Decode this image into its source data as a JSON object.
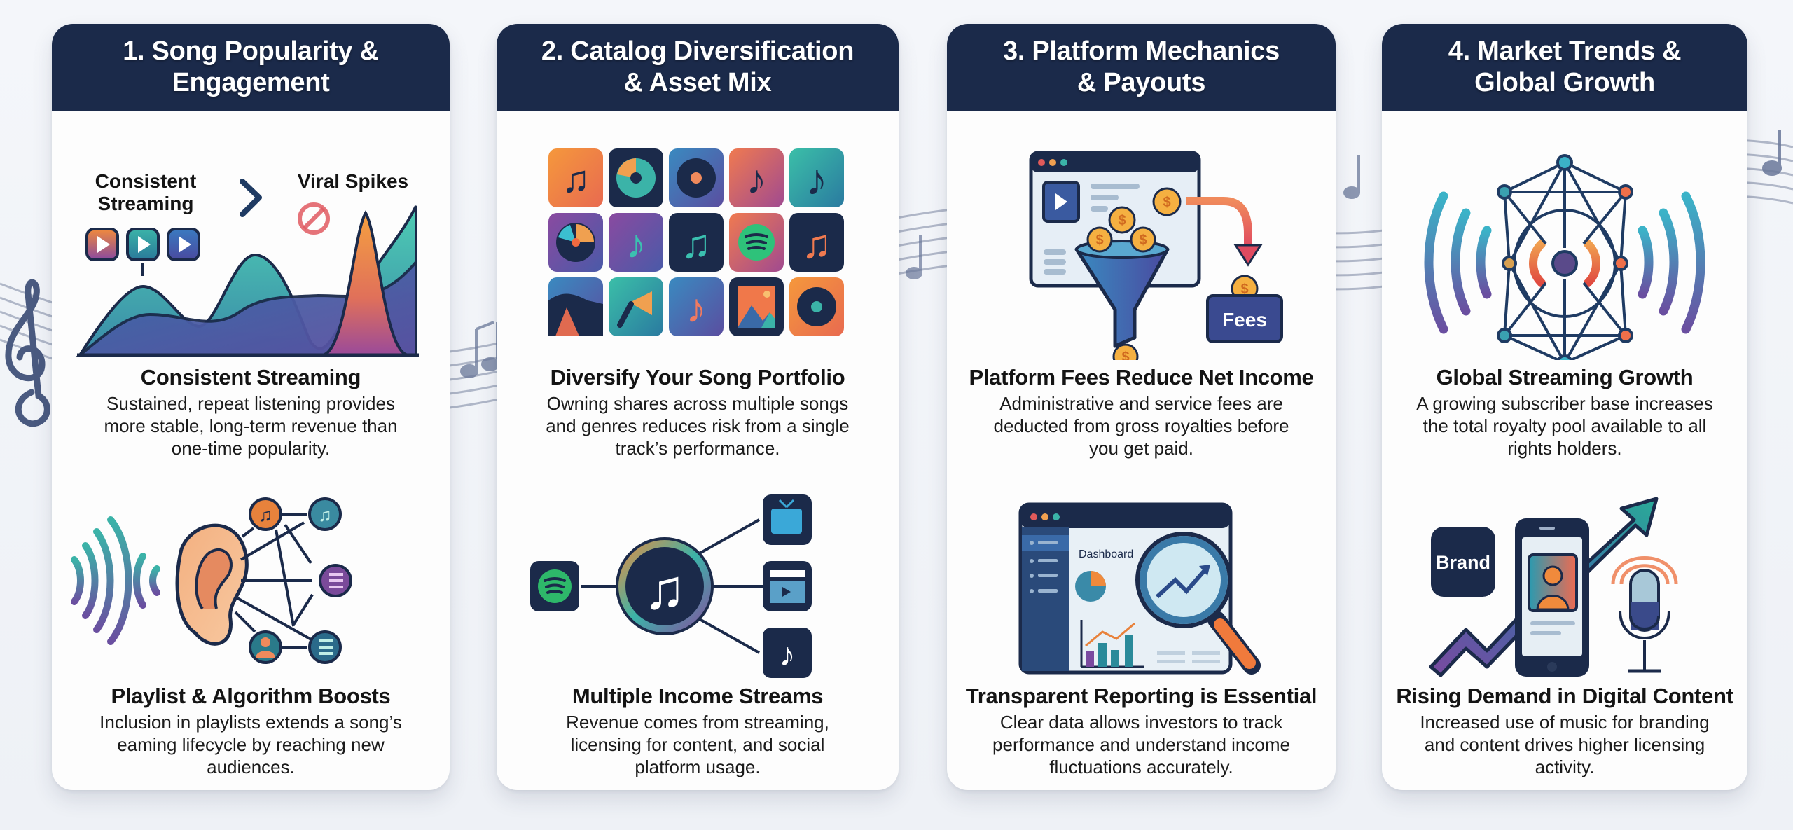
{
  "colors": {
    "header_bg": "#1b2a4a",
    "card_bg": "#fdfdfd",
    "page_bg": "#f1f4f8",
    "teal": "#3bb3a8",
    "orange": "#f08a3c",
    "purple": "#6a4fa0",
    "blue": "#3a6aa8",
    "coin": "#f5b041",
    "red_arrow": "#e0555a"
  },
  "cards": [
    {
      "number": "1",
      "title": "1. Song Popularity &\nEngagement",
      "illustration_top": {
        "type": "area-chart-comparison",
        "label_left": "Consistent\nStreaming",
        "comparator": ">",
        "label_right": "Viral Spikes",
        "icons": [
          "play-button-icon",
          "play-button-icon",
          "play-button-icon",
          "prohibited-icon"
        ]
      },
      "section1": {
        "heading": "Consistent Streaming",
        "body": "Sustained, repeat listening provides\nmore stable, long-term revenue than\none-time popularity."
      },
      "illustration_bottom": {
        "type": "ear-network",
        "icons": [
          "sound-wave-icon",
          "ear-icon",
          "music-note-icon",
          "music-note-icon",
          "playlist-icon",
          "user-icon",
          "playlist-icon"
        ]
      },
      "section2": {
        "heading": "Playlist & Algorithm Boosts",
        "body": "Inclusion in playlists extends a song’s\neaming lifecycle by reaching new\naudiences."
      }
    },
    {
      "number": "2",
      "title": "2. Catalog Diversification\n& Asset Mix",
      "illustration_top": {
        "type": "icon-grid",
        "rows": 3,
        "cols": 5,
        "tiles": [
          "music-note-double-icon",
          "cd-icon",
          "vinyl-icon",
          "music-note-icon",
          "music-note-icon",
          "cd-icon",
          "music-note-icon",
          "music-note-double-icon",
          "spotify-icon",
          "music-note-double-icon",
          "abstract-art-icon",
          "megaphone-icon",
          "music-note-icon",
          "image-icon",
          "vinyl-icon"
        ]
      },
      "section1": {
        "heading": "Diversify Your Song Portfolio",
        "body": "Owning shares across multiple songs\nand genres reduces risk from a single\ntrack’s performance."
      },
      "illustration_bottom": {
        "type": "hub-and-spoke",
        "hub": "music-note-icon",
        "nodes": [
          "spotify-icon",
          "tv-icon",
          "clapperboard-icon",
          "tiktok-icon"
        ]
      },
      "section2": {
        "heading": "Multiple Income Streams",
        "body": "Revenue comes from streaming,\nlicensing for content, and social\nplatform usage."
      }
    },
    {
      "number": "3",
      "title": "3. Platform Mechanics\n& Payouts",
      "illustration_top": {
        "type": "funnel-fees",
        "fees_label": "Fees",
        "icons": [
          "browser-window-icon",
          "play-button-icon",
          "coin-icon",
          "funnel-icon",
          "curved-arrow-icon",
          "wallet-icon"
        ]
      },
      "section1": {
        "heading": "Platform Fees Reduce Net Income",
        "body": "Administrative and service fees are\ndeducted from gross royalties before\nyou get paid."
      },
      "illustration_bottom": {
        "type": "dashboard-magnifier",
        "dashboard_label": "Dashboard",
        "icons": [
          "browser-window-icon",
          "pie-chart-icon",
          "bar-chart-icon",
          "magnifier-icon",
          "trend-up-icon"
        ]
      },
      "section2": {
        "heading": "Transparent Reporting is Essential",
        "body": "Clear data allows investors to track\nperformance and understand income\nfluctuations accurately."
      }
    },
    {
      "number": "4",
      "title": "4. Market Trends &\nGlobal Growth",
      "illustration_top": {
        "type": "global-network",
        "icons": [
          "network-globe-icon",
          "broadcast-waves-icon"
        ]
      },
      "section1": {
        "heading": "Global Streaming Growth",
        "body": "A growing subscriber base increases\nthe total royalty pool available to all\nrights holders."
      },
      "illustration_bottom": {
        "type": "digital-content",
        "brand_label": "Brand",
        "icons": [
          "brand-badge-icon",
          "smartphone-icon",
          "user-icon",
          "trend-arrow-icon",
          "microphone-icon"
        ]
      },
      "section2": {
        "heading": "Rising Demand in Digital Content",
        "body": "Increased use of music for branding\nand content drives higher licensing\nactivity."
      }
    }
  ]
}
